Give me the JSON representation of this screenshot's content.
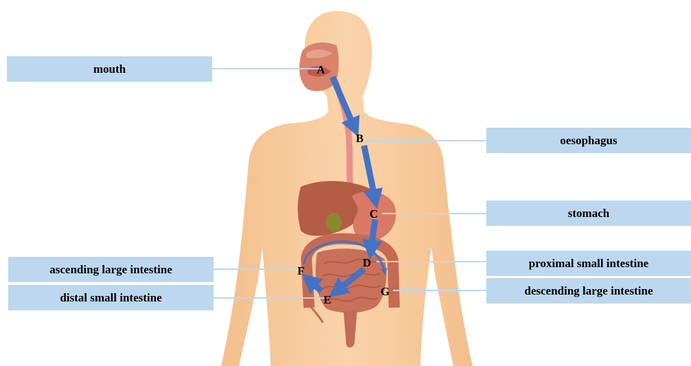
{
  "labels": {
    "mouth": "mouth",
    "oesophagus": "oesophagus",
    "stomach": "stomach",
    "proximal_small_intestine": "proximal small intestine",
    "descending_large_intestine": "descending large intestine",
    "ascending_large_intestine": "ascending large intestine",
    "distal_small_intestine": "distal small intestine"
  },
  "points": {
    "A": "A",
    "B": "B",
    "C": "C",
    "D": "D",
    "E": "E",
    "F": "F",
    "G": "G"
  },
  "colors": {
    "label_box": "#bdd7ee",
    "connector_line": "#bdd7ee",
    "arrow": "#4472c4",
    "skin": "#f7c89a",
    "oesophagus": "#e8908a",
    "organ": "#c8705a"
  },
  "flow": [
    "A",
    "B",
    "C",
    "D",
    "E",
    "F",
    "G"
  ]
}
